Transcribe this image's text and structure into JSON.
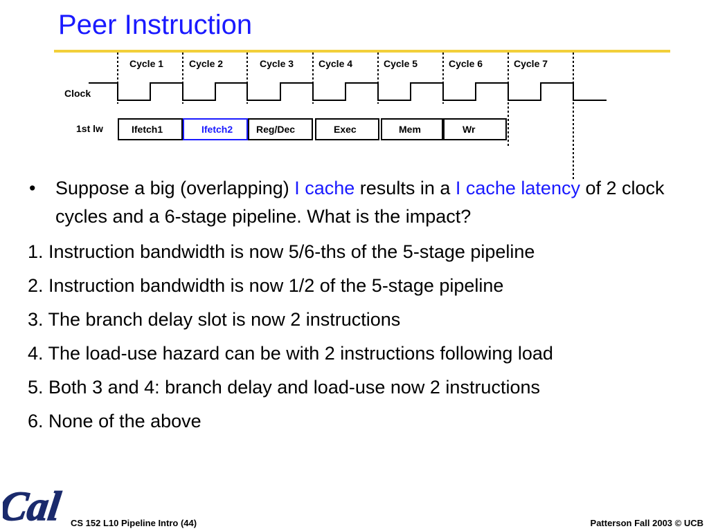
{
  "slide": {
    "title": "Peer Instruction"
  },
  "diagram": {
    "clock_label": "Clock",
    "instr_label": "1st lw",
    "cycles": [
      "Cycle 1",
      "Cycle 2",
      "Cycle 3",
      "Cycle 4",
      "Cycle 5",
      "Cycle 6",
      "Cycle 7"
    ],
    "stages": [
      "Ifetch1",
      "Ifetch2",
      "Reg/Dec",
      "Exec",
      "Mem",
      "Wr"
    ],
    "highlight_color": "#1a1aff"
  },
  "bullet": {
    "part1": "Suppose a big (overlapping) ",
    "hl1": "I cache",
    "part2": " results in a ",
    "hl2": "I cache latency",
    "part3": " of 2 clock cycles and a 6-stage pipeline. What is the impact?"
  },
  "options": [
    "1. Instruction bandwidth is now 5/6-ths of the 5-stage pipeline",
    "2. Instruction bandwidth is now 1/2 of the 5-stage pipeline",
    "3. The branch delay slot is now 2 instructions",
    "4. The load-use hazard can be with 2 instructions following load",
    "5. Both 3 and 4: branch delay and load-use now 2 instructions",
    "6. None of the above"
  ],
  "logo": {
    "text": "Cal",
    "color": "#1a2a6c"
  },
  "footer": {
    "left": "CS 152 L10 Pipeline Intro (44)",
    "right": "Patterson Fall 2003 © UCB"
  },
  "colors": {
    "title": "#1a1aff",
    "rule": "#f2cf3a"
  }
}
